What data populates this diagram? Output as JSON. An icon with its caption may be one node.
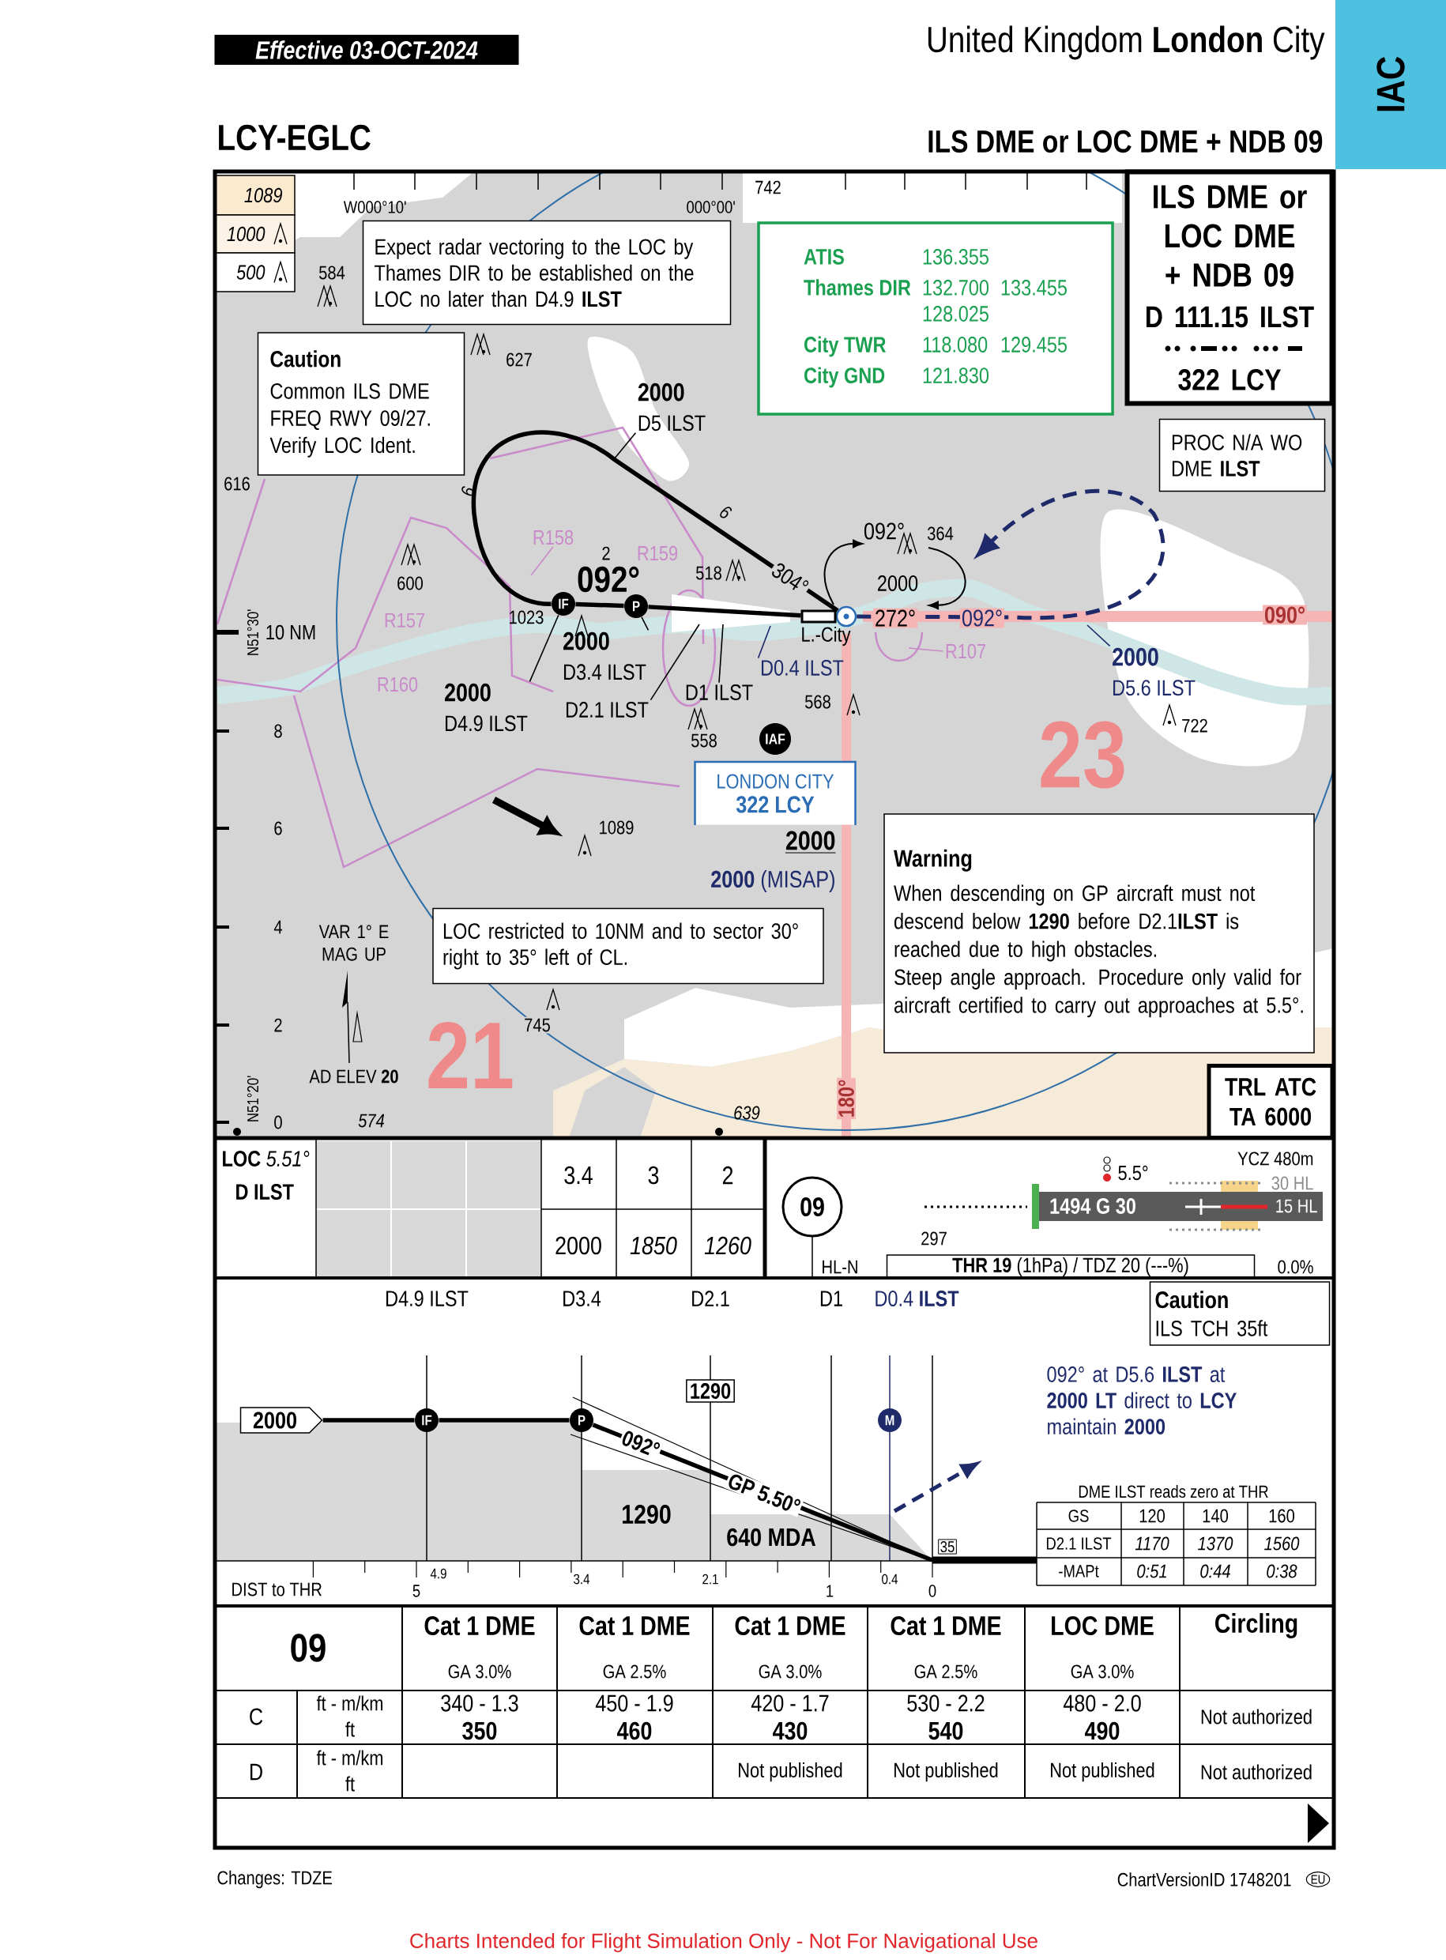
{
  "diagram": {
    "title": "United Kingdom **London** City",
    "nodes": [
      {
        "text": [
          "Effective 03-OCT-2024"
        ]
      },
      {
        "text": [
          "IAC"
        ]
      },
      {
        "text": [
          "Expect radar vectoring to the LOC by Thames DIR to be established on the LOC no later than D4.9 **ILST**"
        ]
      },
      {
        "text": [
          "Caution",
          "Common ILS DME FREQ RWY 09/27. Verify LOC Ident."
        ]
      },
      {
        "text": [
          "ATIS",
          "136.355",
          "Thames DIR",
          "132.700",
          "133.455",
          "128.025",
          "City TWR",
          "118.080",
          "129.455",
          "City GND",
          "121.830"
        ]
      },
      {
        "text": [
          "ILS DME or LOC DME + NDB 09",
          "D 111.15 ILST",
          "322 LCY"
        ]
      },
      {
        "text": [
          "PROC N/A WO DME **ILST**"
        ]
      },
      {
        "text": [
          "IF"
        ]
      },
      {
        "text": [
          "P"
        ]
      },
      {
        "text": [],
        "shape": "circle"
      },
      {
        "text": [
          "IAF"
        ]
      },
      {
        "text": [
          "LONDON CITY",
          "322 LCY"
        ]
      },
      {
        "text": [
          "2000",
          "D5 ILST"
        ]
      },
      {
        "text": [
          "2000",
          "D3.4 ILST"
        ]
      },
      {
        "text": [
          "2000",
          "D4.9 ILST"
        ]
      },
      {
        "text": [
          "D2.1 ILST"
        ]
      },
      {
        "text": [
          "D1 ILST"
        ]
      },
      {
        "text": [
          "D0.4 ILST"
        ]
      },
      {
        "text": [
          "2000",
          "D5.6 ILST"
        ]
      },
      {
        "text": [
          "R158"
        ]
      },
      {
        "text": [
          "R107"
        ]
      },
      {
        "text": [
          "LOC restricted to 10NM and to sector 30° right to 35° left of CL."
        ]
      },
      {
        "text": [
          "Warning",
          "When descending on GP aircraft must not descend below **1290** before D2.1**ILST** is reached due to high obstacles.",
          "Steep angle approach. Procedure only valid for aircraft certified to carry out approaches at 5.5°."
        ]
      },
      {
        "text": [
          "TRL ATC TA 6000"
        ]
      },
      {
        "text": [
          "09"
        ]
      },
      {
        "text": [
          "Caution",
          "ILS TCH 35ft"
        ]
      },
      {
        "text": [
          "2000"
        ]
      },
      {
        "text": [
          "IF"
        ]
      },
      {
        "text": [
          "P"
        ]
      },
      {
        "text": [
          "M"
        ]
      },
      {
        "text": [
          "1290"
        ]
      },
      {
        "text": [
          "35"
        ]
      },
      {
        "text": [],
        "shape": "bar"
      },
      {
        "text": [],
        "shape": "box"
      }
    ],
    "edges": [
      {
        "from": 7,
        "to": 8,
        "arrow": "none",
        "style": "thick"
      },
      {
        "from": 8,
        "to": 33,
        "arrow": "none",
        "style": "thick"
      },
      {
        "from": 9,
        "to": 7,
        "arrow": "none",
        "style": "thick",
        "label": "304°"
      },
      {
        "from": 9,
        "to": null,
        "arrow": "to",
        "style": "dashed",
        "color": "#1f2a6b",
        "label": "092°"
      },
      {
        "from": 12,
        "to": null,
        "arrow": "none"
      },
      {
        "from": 13,
        "to": 8,
        "arrow": "none"
      },
      {
        "from": 14,
        "to": 7,
        "arrow": "none"
      },
      {
        "from": 15,
        "to": null,
        "arrow": "none"
      },
      {
        "from": 16,
        "to": null,
        "arrow": "none"
      },
      {
        "from": 17,
        "to": null,
        "arrow": "none",
        "color": "#1f2a6b"
      },
      {
        "from": 18,
        "to": null,
        "arrow": "none",
        "color": "#1f2a6b"
      },
      {
        "from": 19,
        "to": null,
        "arrow": "none",
        "color": "#c98ac9"
      },
      {
        "from": 20,
        "to": null,
        "arrow": "none",
        "color": "#c98ac9"
      },
      {
        "from": 26,
        "to": 27,
        "arrow": "none",
        "style": "thick"
      },
      {
        "from": 27,
        "to": 28,
        "arrow": "none",
        "style": "thick"
      },
      {
        "from": 28,
        "to": 32,
        "arrow": "none",
        "style": "thick",
        "label": "GP 5.50°"
      }
    ],
    "labels": [
      "LCY-EGLC",
      "ILS DME or LOC DME + NDB 09",
      "W000°10'",
      "000°00'",
      "742",
      "584",
      "627",
      "616",
      "6",
      "6",
      "2",
      "R159",
      "092°",
      "518",
      "600",
      "R157",
      "10 NM",
      "N51°30'",
      "1023",
      "092°",
      "364",
      "2000",
      "272°",
      "090°",
      "L.-City",
      "R160",
      "8",
      "568",
      "558",
      "722",
      "23",
      "6",
      "1089",
      "2000",
      "**2000** (MISAP)",
      "4",
      "VAR 1° E MAG UP",
      "2",
      "745",
      "21",
      "AD ELEV **20**",
      "N51°20'",
      "0",
      "574",
      "639",
      "180°",
      "**LOC** *5.51°*",
      "D ILST",
      "3.4",
      "3",
      "2",
      "2000",
      "1850",
      "1260",
      "5.5°",
      "YCZ 480m",
      "30 HL",
      "1494 G 30",
      "15 HL",
      "297",
      "HL-N",
      "**THR 19** (1hPa) / TDZ 20 (---%)",
      "0.0%",
      "D4.9 ILST",
      "D3.4",
      "D2.1",
      "D1",
      "D0.4 **ILST**",
      "092° at D5.6 **ILST** at **2000** **LT** direct to **LCY** maintain **2000**",
      "092°",
      "1290",
      "640 MDA",
      "DME ILST reads zero at THR",
      "GS",
      "120",
      "140",
      "160",
      "D2.1 ILST",
      "1170",
      "1370",
      "1560",
      "-MAPt",
      "0:51",
      "0:44",
      "0:38",
      "DIST to THR",
      "5",
      "4.9",
      "3.4",
      "2.1",
      "1",
      "0.4",
      "0",
      "09",
      "Cat 1 DME",
      "Cat 1 DME",
      "Cat 1 DME",
      "Cat 1 DME",
      "LOC DME",
      "Circling",
      "GA 3.0%",
      "GA 2.5%",
      "GA 3.0%",
      "GA 2.5%",
      "GA 3.0%",
      "C",
      "ft - m/km",
      "ft",
      "340 - 1.3",
      "350",
      "450 - 1.9",
      "460",
      "420 - 1.7",
      "430",
      "530 - 2.2",
      "540",
      "480 - 2.0",
      "490",
      "Not authorized",
      "D",
      "ft - m/km",
      "ft",
      "Not published",
      "Not published",
      "Not published",
      "Not authorized",
      "Changes: TDZE",
      "ChartVersionID 1748201",
      "EU",
      "Charts Intended for Flight Simulation Only - Not For Navigational Use"
    ],
    "legend": [
      {
        "text": "1089",
        "color": "#fbe9d0"
      },
      {
        "text": "1000",
        "color": "#fcf3e6"
      },
      {
        "text": "500",
        "color": "#ffffff"
      }
    ]
  }
}
